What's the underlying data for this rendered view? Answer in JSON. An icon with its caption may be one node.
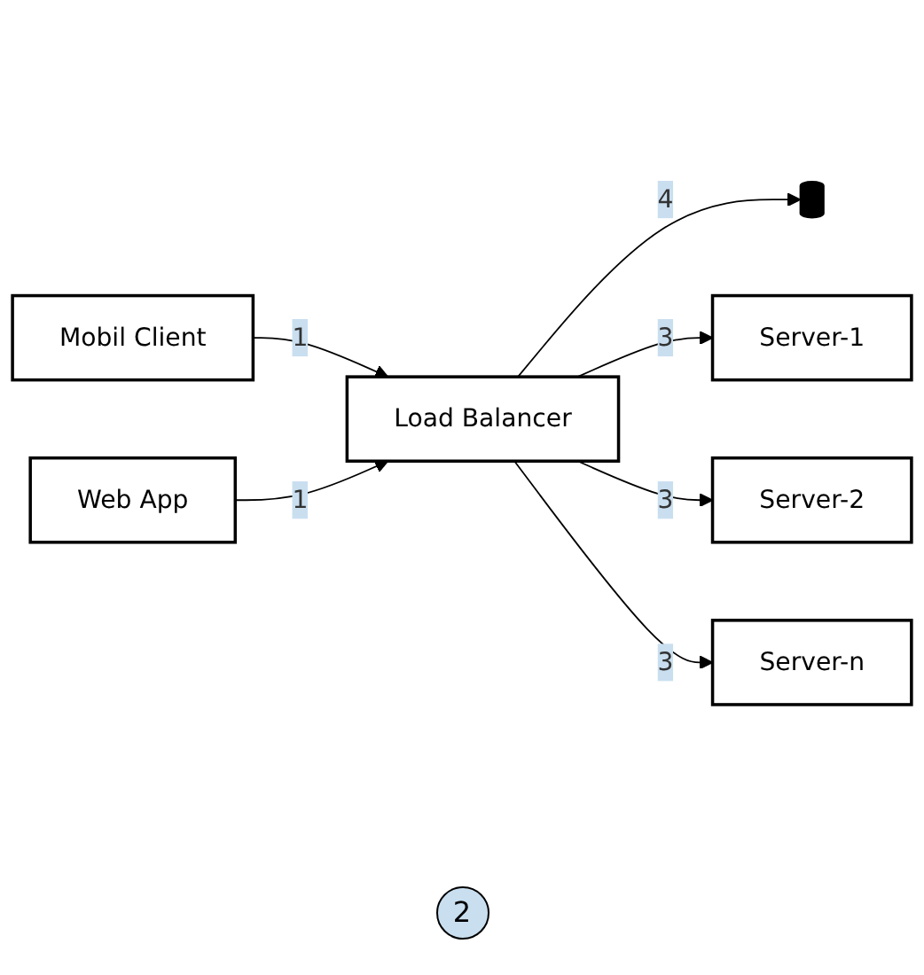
{
  "diagram": {
    "nodes": [
      {
        "text": [
          "Mobil Client"
        ]
      },
      {
        "text": [
          "Web App"
        ]
      },
      {
        "text": [
          "Load Balancer"
        ]
      },
      {
        "text": [],
        "shape": "cylinder"
      },
      {
        "text": [
          "Server-1"
        ]
      },
      {
        "text": [
          "Server-2"
        ]
      },
      {
        "text": [
          "Server-n"
        ]
      }
    ],
    "edges": [
      {
        "from": 0,
        "to": 2,
        "arrow": "to",
        "label": "1"
      },
      {
        "from": 1,
        "to": 2,
        "arrow": "to",
        "label": "1"
      },
      {
        "from": 2,
        "to": 3,
        "arrow": "to",
        "label": "4"
      },
      {
        "from": 2,
        "to": 4,
        "arrow": "to",
        "label": "3"
      },
      {
        "from": 2,
        "to": 5,
        "arrow": "to",
        "label": "3"
      },
      {
        "from": 2,
        "to": 6,
        "arrow": "to",
        "label": "3"
      }
    ],
    "labels": [
      "2"
    ]
  }
}
